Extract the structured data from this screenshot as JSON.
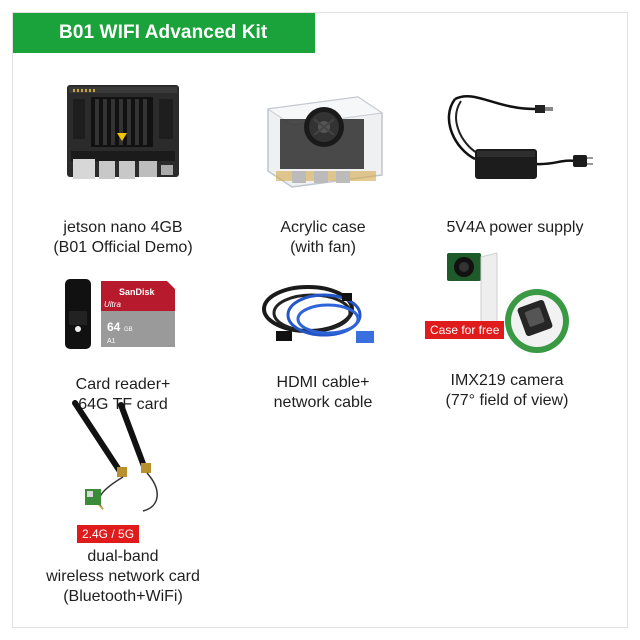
{
  "title": "B01 WIFI Advanced Kit",
  "items": [
    {
      "line1": "jetson nano 4GB",
      "line2": "(B01 Official Demo)"
    },
    {
      "line1": "Acrylic case",
      "line2": "(with fan)"
    },
    {
      "line1": "5V4A power supply",
      "line2": ""
    },
    {
      "line1": "Card reader+",
      "line2": "64G TF card"
    },
    {
      "line1": "HDMI cable+",
      "line2": "network cable"
    },
    {
      "line1": "IMX219 camera",
      "line2": "(77° field of view)"
    },
    {
      "line1": "dual-band",
      "line2": "wireless network card",
      "line3": "(Bluetooth+WiFi)"
    }
  ],
  "tags": {
    "camera": "Case for free",
    "wifi": "2.4G / 5G"
  },
  "sd_card": {
    "brand": "SanDisk",
    "series": "Ultra",
    "capacity": "64",
    "unit": "GB",
    "class_mark": "A1"
  },
  "colors": {
    "title_green": "#1aa33a",
    "tag_red": "#e01b1b"
  }
}
